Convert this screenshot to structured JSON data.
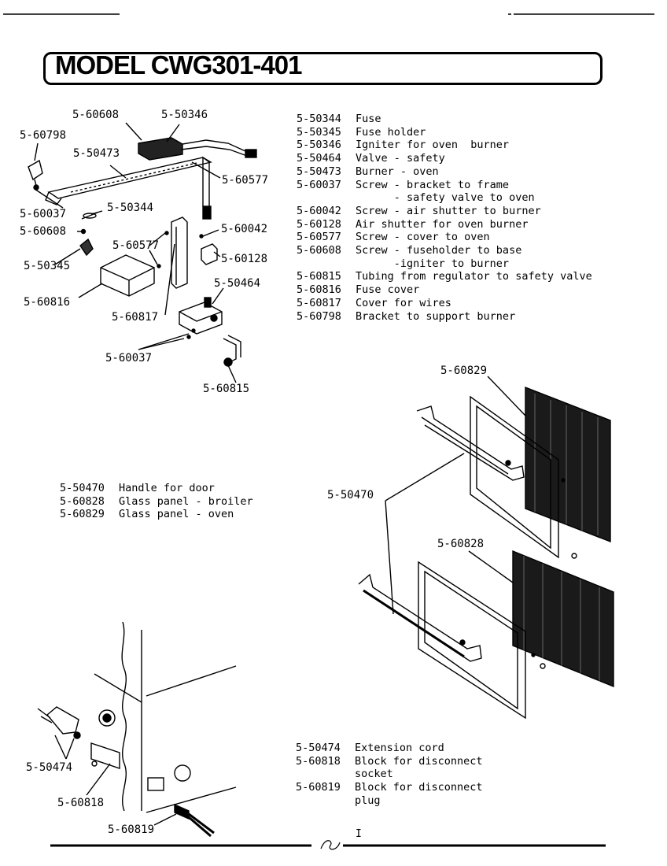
{
  "title": "MODEL CWG301-401",
  "page_number": "I",
  "burner_parts": [
    {
      "num": "5-50344",
      "desc": "Fuse"
    },
    {
      "num": "5-50345",
      "desc": "Fuse holder"
    },
    {
      "num": "5-50346",
      "desc": "Igniter for oven  burner"
    },
    {
      "num": "5-50464",
      "desc": "Valve - safety"
    },
    {
      "num": "5-50473",
      "desc": "Burner - oven"
    },
    {
      "num": "5-60037",
      "desc": "Screw - bracket to frame"
    },
    {
      "num": "",
      "desc": "      - safety valve to oven"
    },
    {
      "num": "5-60042",
      "desc": "Screw - air shutter to burner"
    },
    {
      "num": "5-60128",
      "desc": "Air shutter for oven burner"
    },
    {
      "num": "5-60577",
      "desc": "Screw - cover to oven"
    },
    {
      "num": "5-60608",
      "desc": "Screw - fuseholder to base"
    },
    {
      "num": "",
      "desc": "      -igniter to burner"
    },
    {
      "num": "5-60815",
      "desc": "Tubing from regulator to safety valve"
    },
    {
      "num": "5-60816",
      "desc": "Fuse cover"
    },
    {
      "num": "5-60817",
      "desc": "Cover for wires"
    },
    {
      "num": "5-60798",
      "desc": "Bracket to support burner"
    }
  ],
  "door_parts": [
    {
      "num": "5-50470",
      "desc": "Handle for door"
    },
    {
      "num": "5-60828",
      "desc": "Glass panel - broiler"
    },
    {
      "num": "5-60829",
      "desc": "Glass panel - oven"
    }
  ],
  "cord_parts": [
    {
      "num": "5-50474",
      "desc": "Extension cord"
    },
    {
      "num": "5-60818",
      "desc": "Block for disconnect"
    },
    {
      "num": "",
      "desc": "socket"
    },
    {
      "num": "5-60819",
      "desc": "Block for disconnect"
    },
    {
      "num": "",
      "desc": "plug"
    }
  ],
  "callouts": {
    "c60608": "5-60608",
    "c50346": "5-50346",
    "c60798": "5-60798",
    "c50473": "5-50473",
    "c60577a": "5-60577",
    "c60037a": "5-60037",
    "c50344": "5-50344",
    "c60608b": "5-60608",
    "c60042": "5-60042",
    "c60577b": "5-60577",
    "c60128": "5-60128",
    "c50345": "5-50345",
    "c50464": "5-50464",
    "c60816": "5-60816",
    "c60817": "5-60817",
    "c60037b": "5-60037",
    "c60815": "5-60815",
    "c60829": "5-60829",
    "c50470": "5-50470",
    "c60828": "5-60828",
    "c50474": "5-50474",
    "c60818": "5-60818",
    "c60819": "5-60819"
  }
}
